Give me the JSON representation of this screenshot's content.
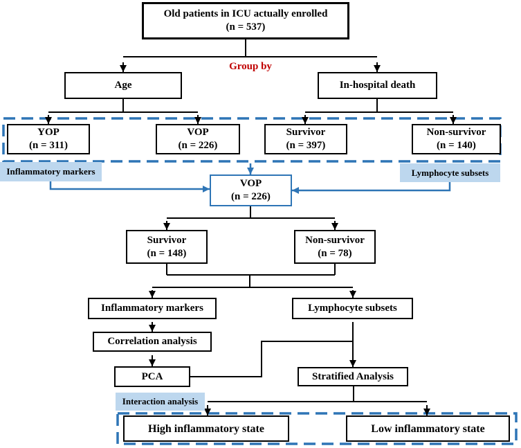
{
  "colors": {
    "accent_blue": "#2E75B6",
    "label_background": "#BDD7EE",
    "group_by_red": "#C00000",
    "line_black": "#000000",
    "box_background": "#FFFFFF"
  },
  "nodes": {
    "enrolled": {
      "line1": "Old patients in ICU actually enrolled",
      "line2": "(n = 537)"
    },
    "group_by": {
      "label": "Group by"
    },
    "age": {
      "label": "Age"
    },
    "in_hospital_death": {
      "label": "In-hospital death"
    },
    "yop": {
      "line1": "YOP",
      "line2": "(n = 311)"
    },
    "vop_by_age": {
      "line1": "VOP",
      "line2": "(n = 226)"
    },
    "survivor_all": {
      "line1": "Survivor",
      "line2": "(n = 397)"
    },
    "non_survivor_all": {
      "line1": "Non-survivor",
      "line2": "(n = 140)"
    },
    "inflammatory_markers_tag": {
      "label": "Inflammatory markers"
    },
    "lymphocyte_subsets_tag": {
      "label": "Lymphocyte subsets"
    },
    "vop_selected": {
      "line1": "VOP",
      "line2": "(n = 226)"
    },
    "survivor_vop": {
      "line1": "Survivor",
      "line2": "(n = 148)"
    },
    "non_survivor_vop": {
      "line1": "Non-survivor",
      "line2": "(n = 78)"
    },
    "inflammatory_markers": {
      "label": "Inflammatory markers"
    },
    "lymphocyte_subsets": {
      "label": "Lymphocyte subsets"
    },
    "correlation_analysis": {
      "label": "Correlation analysis"
    },
    "pca": {
      "label": "PCA"
    },
    "stratified_analysis": {
      "label": "Stratified Analysis"
    },
    "interaction_analysis_tag": {
      "label": "Interaction analysis"
    },
    "high_inflammatory_state": {
      "label": "High inflammatory state"
    },
    "low_inflammatory_state": {
      "label": "Low inflammatory state"
    }
  }
}
